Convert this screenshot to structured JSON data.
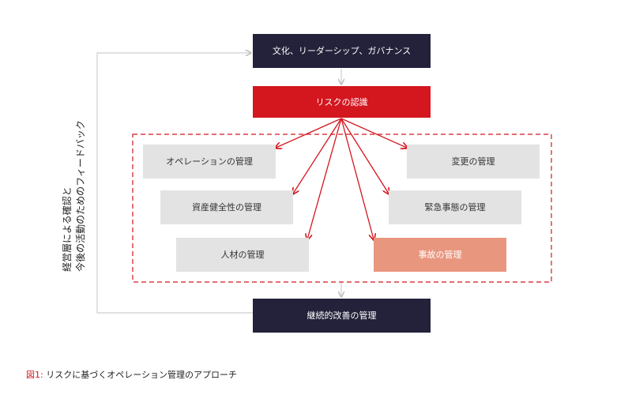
{
  "diagram": {
    "culture": "文化、リーダーシップ、ガバナンス",
    "recognition": "リスクの認識",
    "operations": "オペレーションの管理",
    "change": "変更の管理",
    "asset": "資産健全性の管理",
    "emergency": "緊急事態の管理",
    "people": "人材の管理",
    "incident": "事故の管理",
    "improvement": "継続的改善の管理",
    "feedback_line1": "経営層による確認と",
    "feedback_line2": "今後の活動のためのフィードバック"
  },
  "caption": {
    "label": "図1:",
    "text": "リスクに基づくオペレーション管理のアプローチ"
  },
  "colors": {
    "dark_box": "#23223a",
    "red_box": "#d4161f",
    "grey_box": "#e3e3e3",
    "highlight_box": "#e9967f",
    "arrow_red": "#d4161f",
    "connector_grey": "#cccccc"
  }
}
